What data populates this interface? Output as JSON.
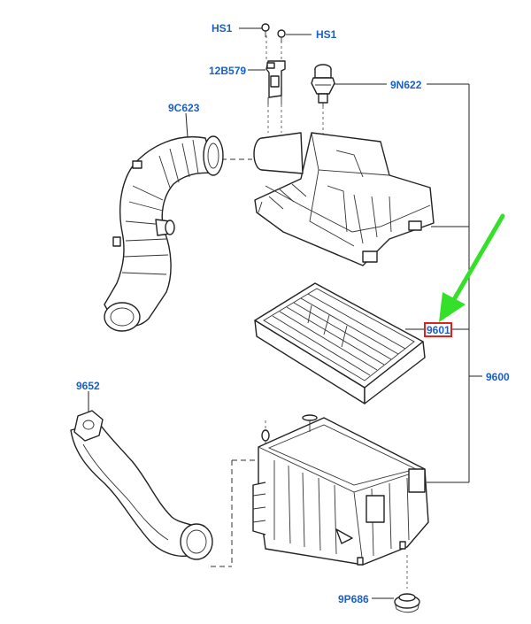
{
  "labels": {
    "hs1_left": "HS1",
    "hs1_right": "HS1",
    "p12b579": "12B579",
    "p9n622": "9N622",
    "p9c623": "9C623",
    "p9601": "9601",
    "p9600": "9600",
    "p9652": "9652",
    "p9p686": "9P686"
  },
  "colors": {
    "label": "#1a5fc8",
    "highlight_box": "#e0201c",
    "arrow": "#35e02b",
    "line": "#222222"
  }
}
